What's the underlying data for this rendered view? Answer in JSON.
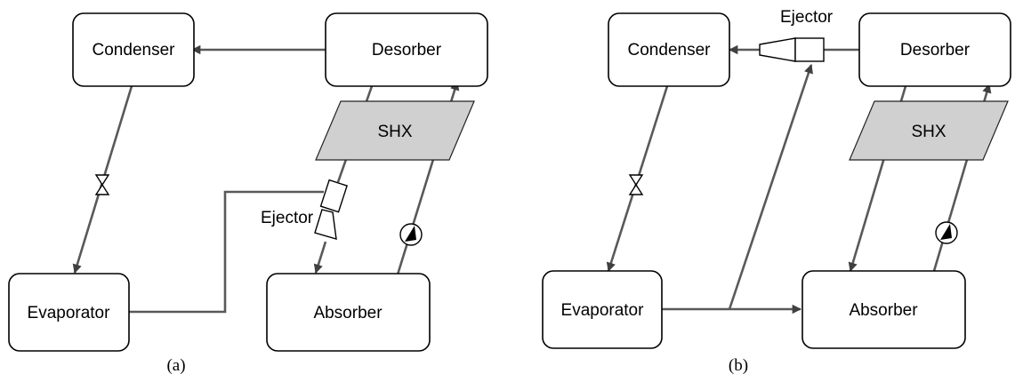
{
  "panel_a": {
    "condenser": "Condenser",
    "desorber": "Desorber",
    "shx": "SHX",
    "ejector": "Ejector",
    "evaporator": "Evaporator",
    "absorber": "Absorber",
    "caption": "(a)"
  },
  "panel_b": {
    "condenser": "Condenser",
    "desorber": "Desorber",
    "shx": "SHX",
    "ejector": "Ejector",
    "evaporator": "Evaporator",
    "absorber": "Absorber",
    "caption": "(b)"
  },
  "colors": {
    "line": "#595959",
    "shx_fill": "#d0d0d0"
  }
}
